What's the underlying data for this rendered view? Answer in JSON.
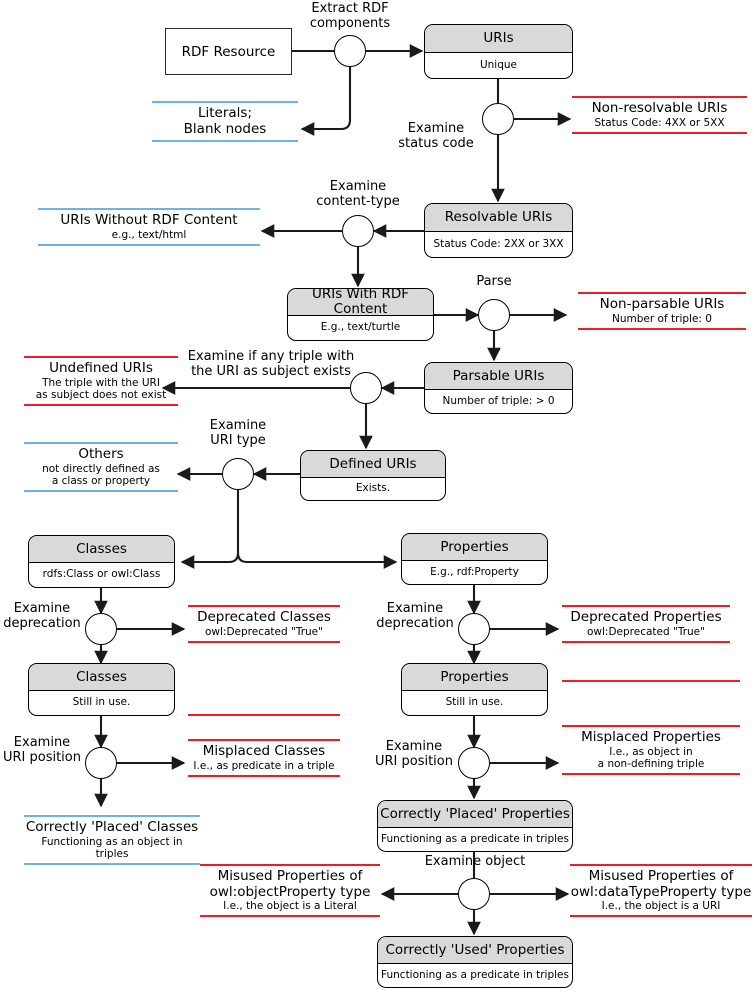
{
  "diagram": {
    "title": "RDF Resource URI quality assessment flowchart",
    "colors": {
      "node_header_fill": "#d9d9d9",
      "stroke": "#000000",
      "error_rule": "#ee1c25",
      "info_rule": "#6fb2e8",
      "background": "#ffffff"
    }
  },
  "start_box": {
    "label": "RDF Resource"
  },
  "nodes": [
    {
      "id": "uris",
      "header": "URIs",
      "body": "Unique"
    },
    {
      "id": "resolvable",
      "header": "Resolvable URIs",
      "body": "Status Code: 2XX or 3XX"
    },
    {
      "id": "with_rdf",
      "header": "URIs With RDF Content",
      "body": "E.g., text/turtle"
    },
    {
      "id": "parsable",
      "header": "Parsable URIs",
      "body": "Number of triple: > 0"
    },
    {
      "id": "defined",
      "header": "Defined URIs",
      "body": "Exists."
    },
    {
      "id": "classes",
      "header": "Classes",
      "body": "rdfs:Class or owl:Class"
    },
    {
      "id": "properties",
      "header": "Properties",
      "body": "E.g., rdf:Property"
    },
    {
      "id": "classes_inuse",
      "header": "Classes",
      "body": "Still in use."
    },
    {
      "id": "properties_inuse",
      "header": "Properties",
      "body": "Still in use."
    },
    {
      "id": "placed_properties",
      "header": "Correctly 'Placed' Properties",
      "body": "Functioning as a predicate in triples"
    },
    {
      "id": "used_properties",
      "header": "Correctly 'Used' Properties",
      "body": "Functioning as a predicate in triples"
    }
  ],
  "edge_labels": [
    {
      "id": "extract",
      "line1": "Extract RDF",
      "line2": "components"
    },
    {
      "id": "status_code",
      "line1": "Examine",
      "line2": "status code"
    },
    {
      "id": "content_type",
      "line1": "Examine",
      "line2": "content-type"
    },
    {
      "id": "parse",
      "line1": "Parse",
      "line2": ""
    },
    {
      "id": "triple_subject",
      "line1": "Examine if any triple with",
      "line2": "the URI as subject exists"
    },
    {
      "id": "uri_type",
      "line1": "Examine",
      "line2": "URI type"
    },
    {
      "id": "deprecation_c",
      "line1": "Examine",
      "line2": "deprecation"
    },
    {
      "id": "deprecation_p",
      "line1": "Examine",
      "line2": "deprecation"
    },
    {
      "id": "uri_position_c",
      "line1": "Examine",
      "line2": "URI position"
    },
    {
      "id": "uri_position_p",
      "line1": "Examine",
      "line2": "URI position"
    },
    {
      "id": "examine_object",
      "line1": "Examine object",
      "line2": ""
    }
  ],
  "outcomes": [
    {
      "id": "literals",
      "kind": "blue",
      "line1": "Literals;",
      "line2": "Blank nodes",
      "line3": ""
    },
    {
      "id": "non_resolvable",
      "kind": "red",
      "line1": "Non-resolvable URIs",
      "line2": "Status Code: 4XX or 5XX",
      "line3": ""
    },
    {
      "id": "without_rdf",
      "kind": "blue",
      "line1": "URIs Without RDF Content",
      "line2": "e.g., text/html",
      "line3": ""
    },
    {
      "id": "non_parsable",
      "kind": "red",
      "line1": "Non-parsable URIs",
      "line2": "Number of triple: 0",
      "line3": ""
    },
    {
      "id": "undefined",
      "kind": "red",
      "line1": "Undefined URIs",
      "line2": "The triple with the URI",
      "line3": "as subject does not exist"
    },
    {
      "id": "others",
      "kind": "blue",
      "line1": "Others",
      "line2": "not directly defined as",
      "line3": "a class or property"
    },
    {
      "id": "deprecated_classes",
      "kind": "red",
      "line1": "Deprecated Classes",
      "line2": "owl:Deprecated \"True\"",
      "line3": ""
    },
    {
      "id": "deprecated_properties",
      "kind": "red",
      "line1": "Deprecated Properties",
      "line2": "owl:Deprecated \"True\"",
      "line3": ""
    },
    {
      "id": "misplaced_classes",
      "kind": "red",
      "line1": "Misplaced Classes",
      "line2": "I.e., as predicate in a triple",
      "line3": ""
    },
    {
      "id": "misplaced_properties",
      "kind": "red",
      "line1": "Misplaced Properties",
      "line2": "I.e., as object in",
      "line3": "a non-defining triple"
    },
    {
      "id": "placed_classes",
      "kind": "blue",
      "line1": "Correctly 'Placed' Classes",
      "line2": "Functioning as an object in triples",
      "line3": ""
    },
    {
      "id": "misused_object",
      "kind": "red",
      "line1": "Misused Properties of",
      "line2": "owl:objectProperty type",
      "line3": "I.e., the object is a Literal"
    },
    {
      "id": "misused_datatype",
      "kind": "red",
      "line1": "Misused Properties of",
      "line2": "owl:dataTypeProperty type",
      "line3": "I.e., the object is a URI"
    }
  ]
}
